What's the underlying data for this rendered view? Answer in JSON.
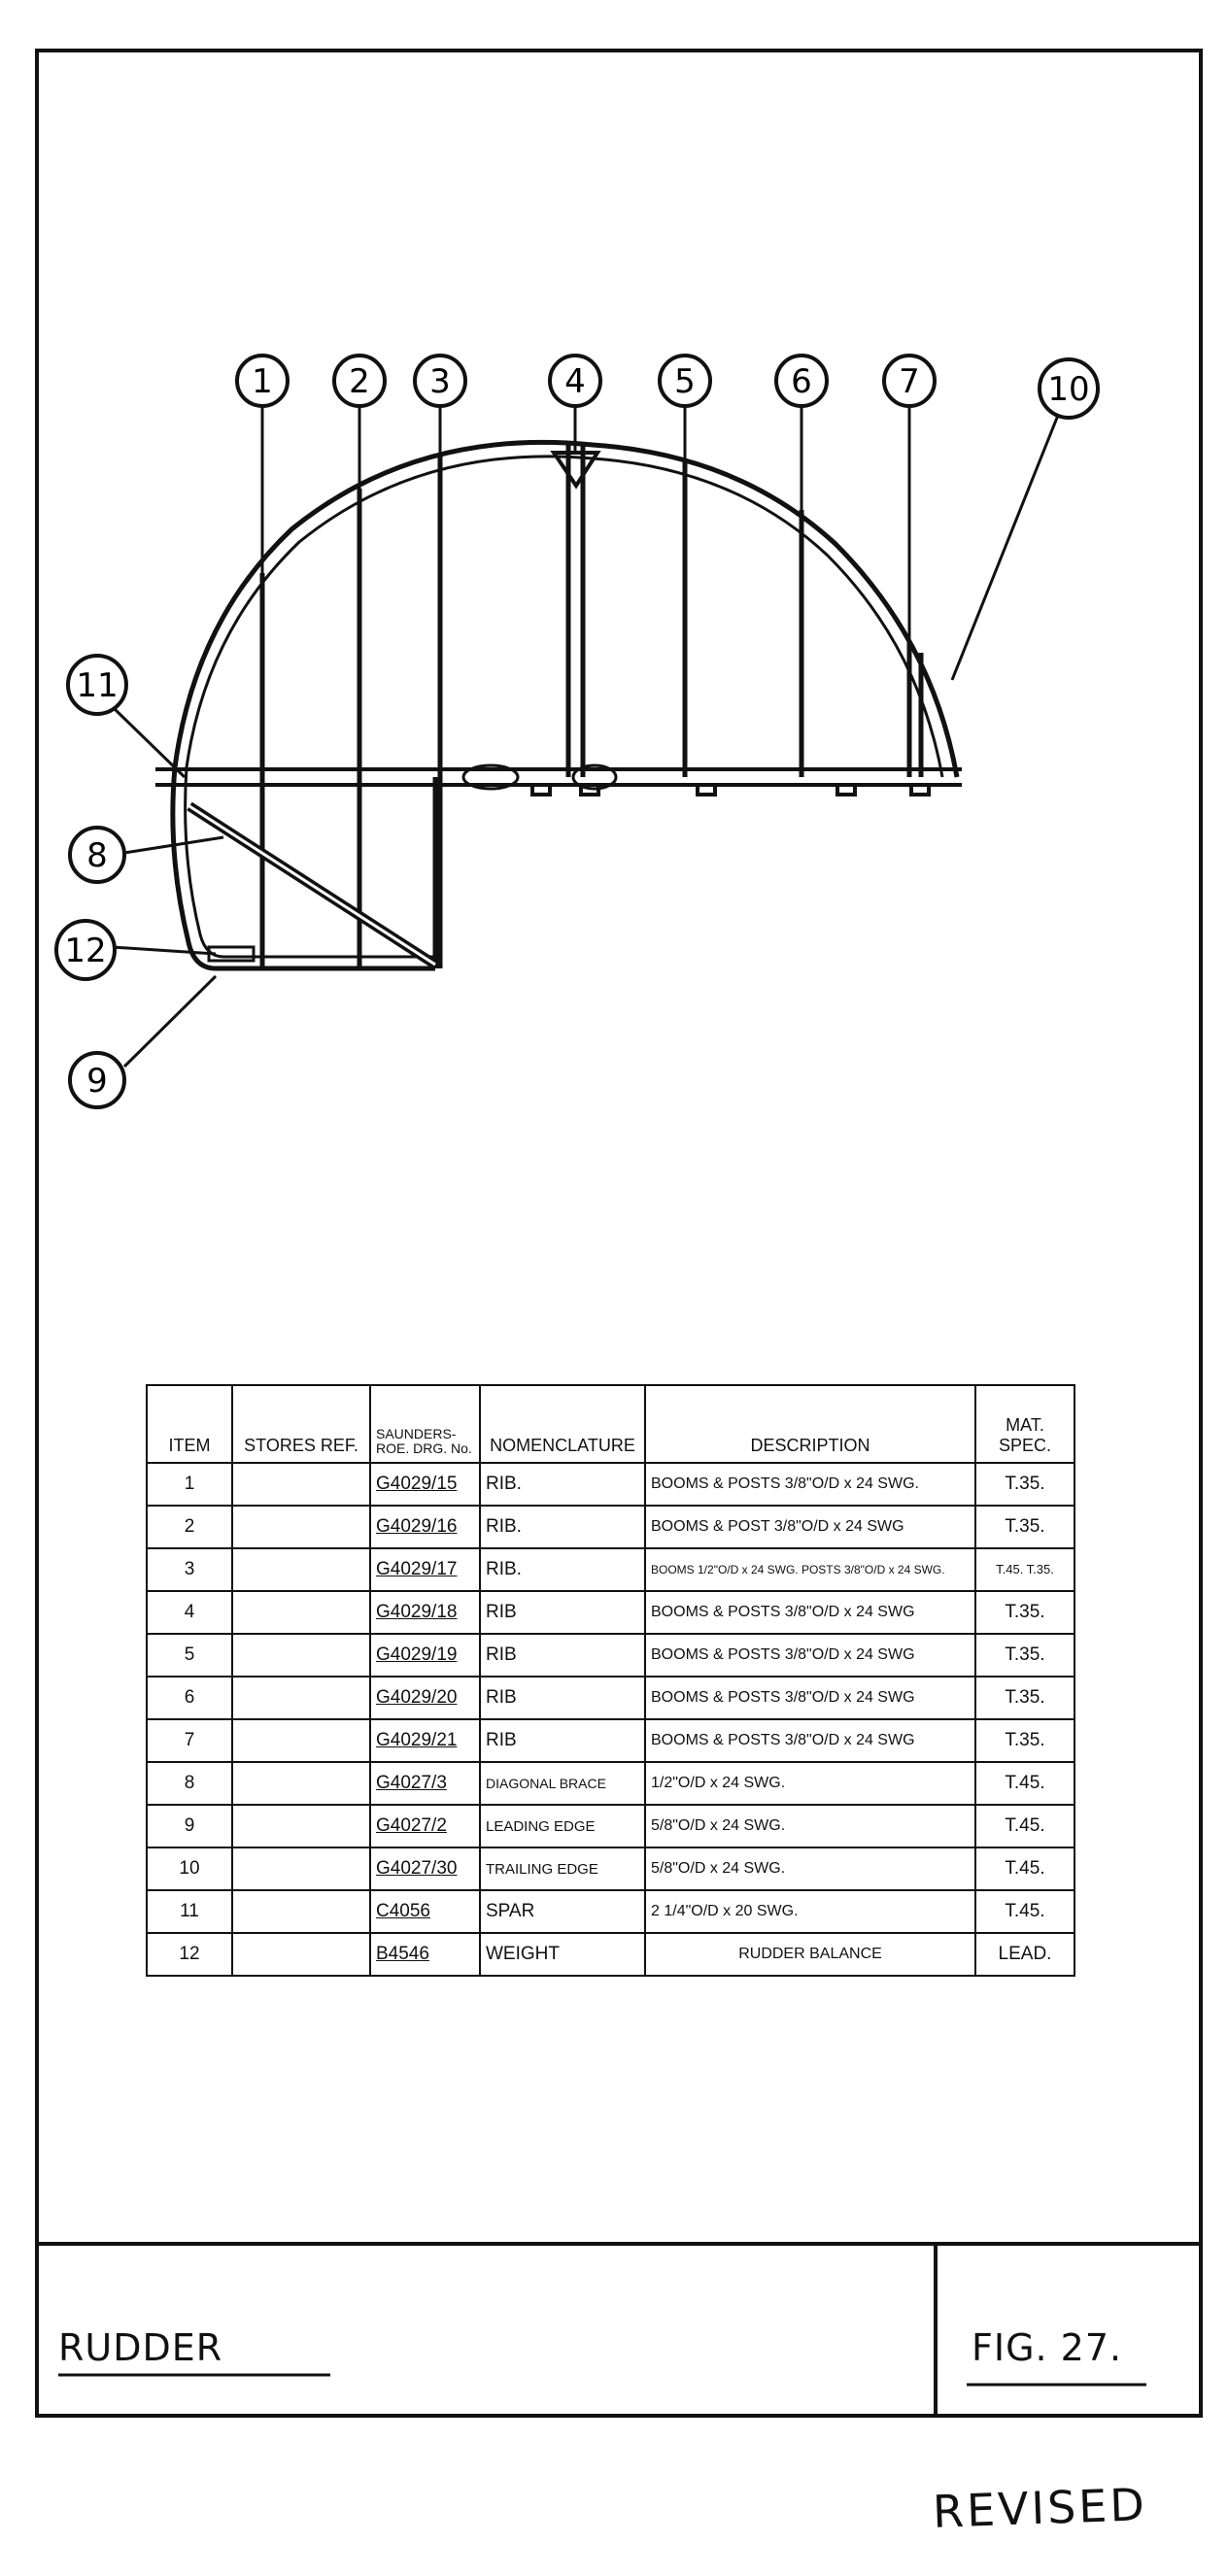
{
  "drawing": {
    "balloons": [
      {
        "id": "b1",
        "label": "1"
      },
      {
        "id": "b2",
        "label": "2"
      },
      {
        "id": "b3",
        "label": "3"
      },
      {
        "id": "b4",
        "label": "4"
      },
      {
        "id": "b5",
        "label": "5"
      },
      {
        "id": "b6",
        "label": "6"
      },
      {
        "id": "b7",
        "label": "7"
      },
      {
        "id": "b10",
        "label": "10"
      },
      {
        "id": "b11",
        "label": "11"
      },
      {
        "id": "b8",
        "label": "8"
      },
      {
        "id": "b12",
        "label": "12"
      },
      {
        "id": "b9",
        "label": "9"
      }
    ]
  },
  "parts_table": {
    "headers": {
      "item": "ITEM",
      "stores_ref": "STORES REF.",
      "drg_no": "SAUNDERS-ROE. DRG. No.",
      "nomenclature": "NOMENCLATURE",
      "description": "DESCRIPTION",
      "mat_spec": "MAT. SPEC."
    },
    "rows": [
      {
        "item": "1",
        "stores_ref": "",
        "drg_no": "G4029/15",
        "nomenclature": "RIB.",
        "description": "BOOMS & POSTS 3/8\"O/D x 24 SWG.",
        "mat_spec": "T.35."
      },
      {
        "item": "2",
        "stores_ref": "",
        "drg_no": "G4029/16",
        "nomenclature": "RIB.",
        "description": "BOOMS & POST 3/8\"O/D x 24 SWG",
        "mat_spec": "T.35."
      },
      {
        "item": "3",
        "stores_ref": "",
        "drg_no": "G4029/17",
        "nomenclature": "RIB.",
        "description": "BOOMS 1/2\"O/D x 24 SWG. POSTS 3/8\"O/D x 24 SWG.",
        "mat_spec": "T.45. T.35."
      },
      {
        "item": "4",
        "stores_ref": "",
        "drg_no": "G4029/18",
        "nomenclature": "RIB",
        "description": "BOOMS & POSTS 3/8\"O/D x 24 SWG",
        "mat_spec": "T.35."
      },
      {
        "item": "5",
        "stores_ref": "",
        "drg_no": "G4029/19",
        "nomenclature": "RIB",
        "description": "BOOMS & POSTS 3/8\"O/D x 24 SWG",
        "mat_spec": "T.35."
      },
      {
        "item": "6",
        "stores_ref": "",
        "drg_no": "G4029/20",
        "nomenclature": "RIB",
        "description": "BOOMS & POSTS 3/8\"O/D x 24 SWG",
        "mat_spec": "T.35."
      },
      {
        "item": "7",
        "stores_ref": "",
        "drg_no": "G4029/21",
        "nomenclature": "RIB",
        "description": "BOOMS & POSTS 3/8\"O/D x 24 SWG",
        "mat_spec": "T.35."
      },
      {
        "item": "8",
        "stores_ref": "",
        "drg_no": "G4027/3",
        "nomenclature": "DIAGONAL BRACE",
        "description": "1/2\"O/D x 24 SWG.",
        "mat_spec": "T.45."
      },
      {
        "item": "9",
        "stores_ref": "",
        "drg_no": "G4027/2",
        "nomenclature": "LEADING EDGE",
        "description": "5/8\"O/D x 24 SWG.",
        "mat_spec": "T.45."
      },
      {
        "item": "10",
        "stores_ref": "",
        "drg_no": "G4027/30",
        "nomenclature": "TRAILING EDGE",
        "description": "5/8\"O/D x 24 SWG.",
        "mat_spec": "T.45."
      },
      {
        "item": "11",
        "stores_ref": "",
        "drg_no": "C4056",
        "nomenclature": "SPAR",
        "description": "2 1/4\"O/D x 20 SWG.",
        "mat_spec": "T.45."
      },
      {
        "item": "12",
        "stores_ref": "",
        "drg_no": "B4546",
        "nomenclature": "WEIGHT",
        "description": "RUDDER BALANCE",
        "mat_spec": "LEAD."
      }
    ]
  },
  "title_block": {
    "title": "RUDDER",
    "figure": "FIG. 27."
  },
  "annotation": "REVISED"
}
